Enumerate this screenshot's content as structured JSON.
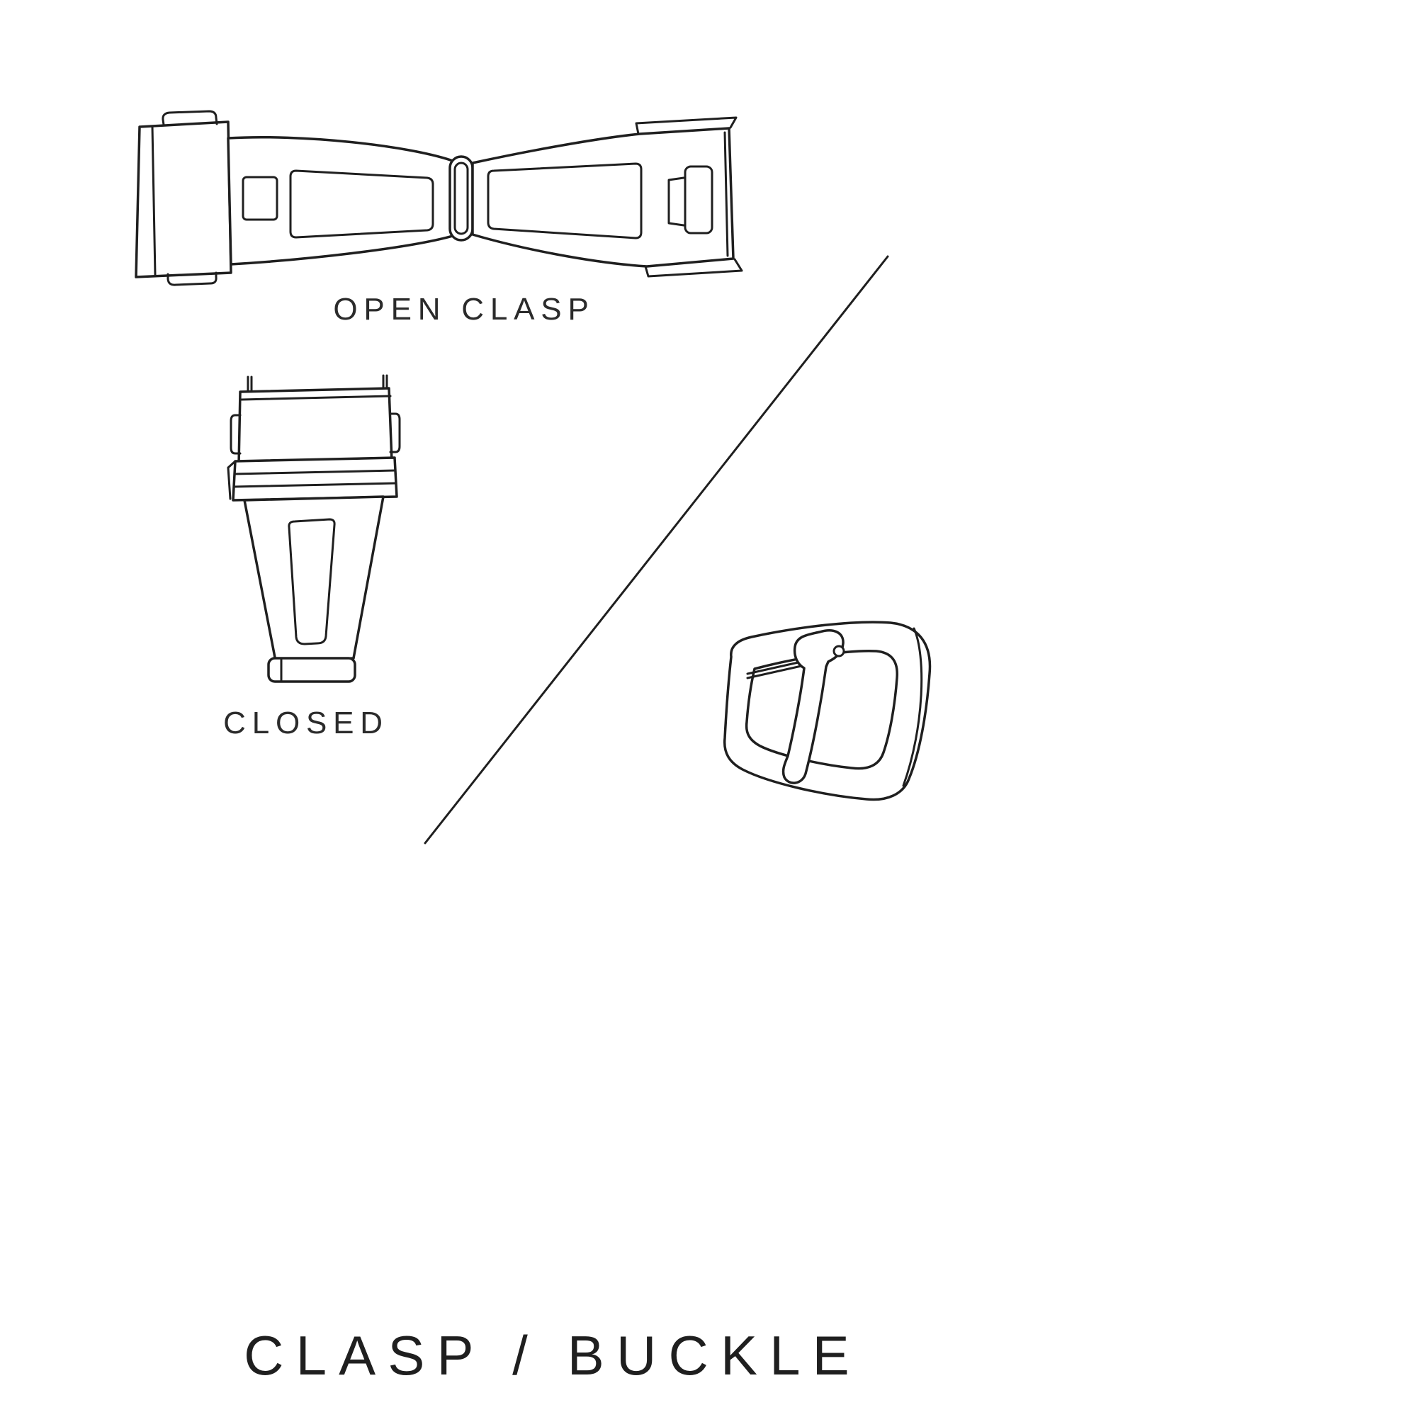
{
  "page": {
    "title": "CLASP / BUCKLE",
    "background_color": "#ffffff",
    "line_color": "#1f1f1f",
    "text_color": "#2b2b2b"
  },
  "figures": {
    "open_clasp": {
      "label": "OPEN CLASP",
      "icon": "open-clasp-illustration"
    },
    "closed_clasp": {
      "label": "CLOSED",
      "icon": "closed-clasp-illustration"
    },
    "buckle": {
      "icon": "tang-buckle-illustration"
    },
    "divider": {
      "icon": "diagonal-divider-line"
    }
  }
}
